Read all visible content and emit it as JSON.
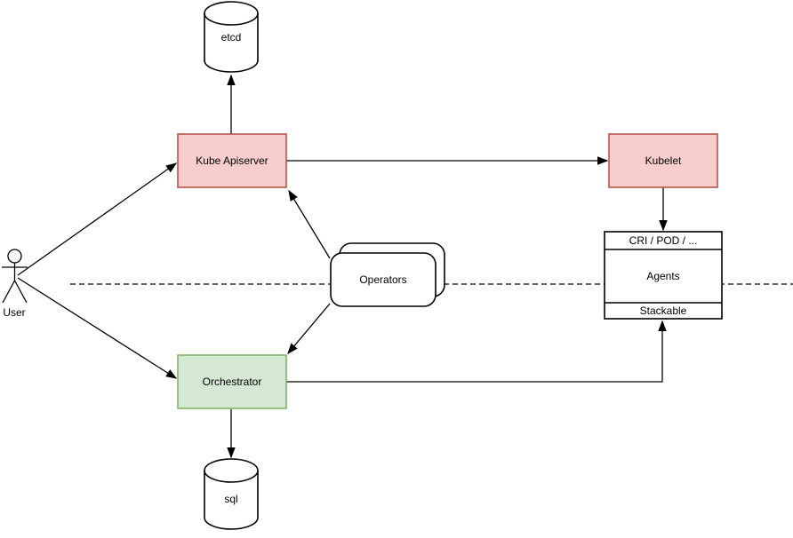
{
  "diagram": {
    "nodes": {
      "etcd": {
        "label": "etcd",
        "shape": "cylinder"
      },
      "kube_apiserver": {
        "label": "Kube Apiserver",
        "shape": "rectangle",
        "fill": "#f8cecc"
      },
      "kubelet": {
        "label": "Kubelet",
        "shape": "rectangle",
        "fill": "#f8cecc"
      },
      "operators": {
        "label": "Operators",
        "shape": "stacked-rounded-rectangle"
      },
      "agents": {
        "top_label": "CRI / POD / ...",
        "middle_label": "Agents",
        "bottom_label": "Stackable",
        "shape": "partitioned-rectangle"
      },
      "orchestrator": {
        "label": "Orchestrator",
        "shape": "rectangle",
        "fill": "#d5e8d4"
      },
      "sql": {
        "label": "sql",
        "shape": "cylinder"
      },
      "user": {
        "label": "User",
        "shape": "actor"
      }
    },
    "edges": [
      {
        "from": "kube_apiserver",
        "to": "etcd",
        "style": "arrow"
      },
      {
        "from": "user",
        "to": "kube_apiserver",
        "style": "arrow"
      },
      {
        "from": "user",
        "to": "orchestrator",
        "style": "arrow"
      },
      {
        "from": "kube_apiserver",
        "to": "kubelet",
        "style": "arrow"
      },
      {
        "from": "operators",
        "to": "kube_apiserver",
        "style": "arrow"
      },
      {
        "from": "operators",
        "to": "orchestrator",
        "style": "arrow"
      },
      {
        "from": "kubelet",
        "to": "agents",
        "style": "arrow"
      },
      {
        "from": "orchestrator",
        "to": "agents.bottom",
        "style": "arrow-orthogonal"
      },
      {
        "from": "orchestrator",
        "to": "sql",
        "style": "arrow"
      },
      {
        "name": "separator",
        "style": "dashed-horizontal-line"
      }
    ],
    "colors": {
      "pink_fill": "#f8cecc",
      "pink_stroke": "#b85450",
      "green_fill": "#d5e8d4",
      "green_stroke": "#82b366",
      "line": "#000000",
      "background": "#ffffff"
    }
  }
}
